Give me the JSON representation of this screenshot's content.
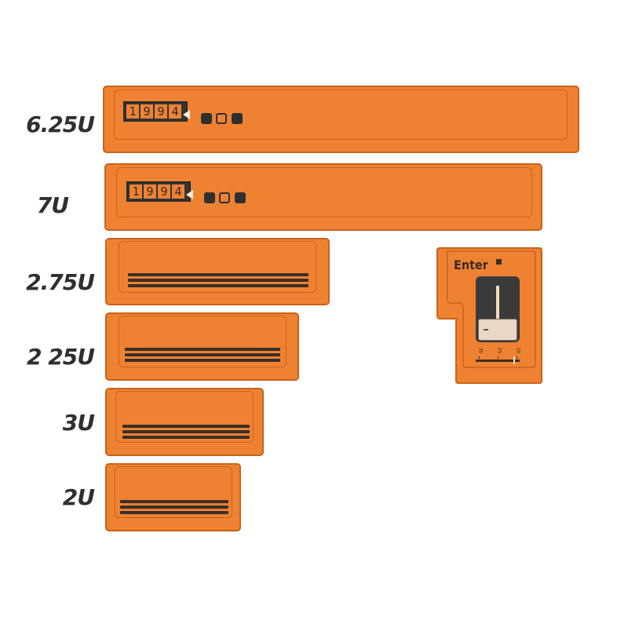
{
  "size_labels": {
    "k625": "6.25U",
    "k7": "7U",
    "k275": "2.75U",
    "k225": "2 25U",
    "k3": "3U",
    "k2": "2U"
  },
  "counter_digits": [
    "1",
    "9",
    "9",
    "4"
  ],
  "enter_key": {
    "label": "Enter",
    "scale_labels": [
      "30",
      "25",
      "20"
    ]
  },
  "colors": {
    "key_body": "#ef8232",
    "key_border": "#c8631c",
    "dark": "#2f2f2f",
    "background": "#ffffff"
  }
}
